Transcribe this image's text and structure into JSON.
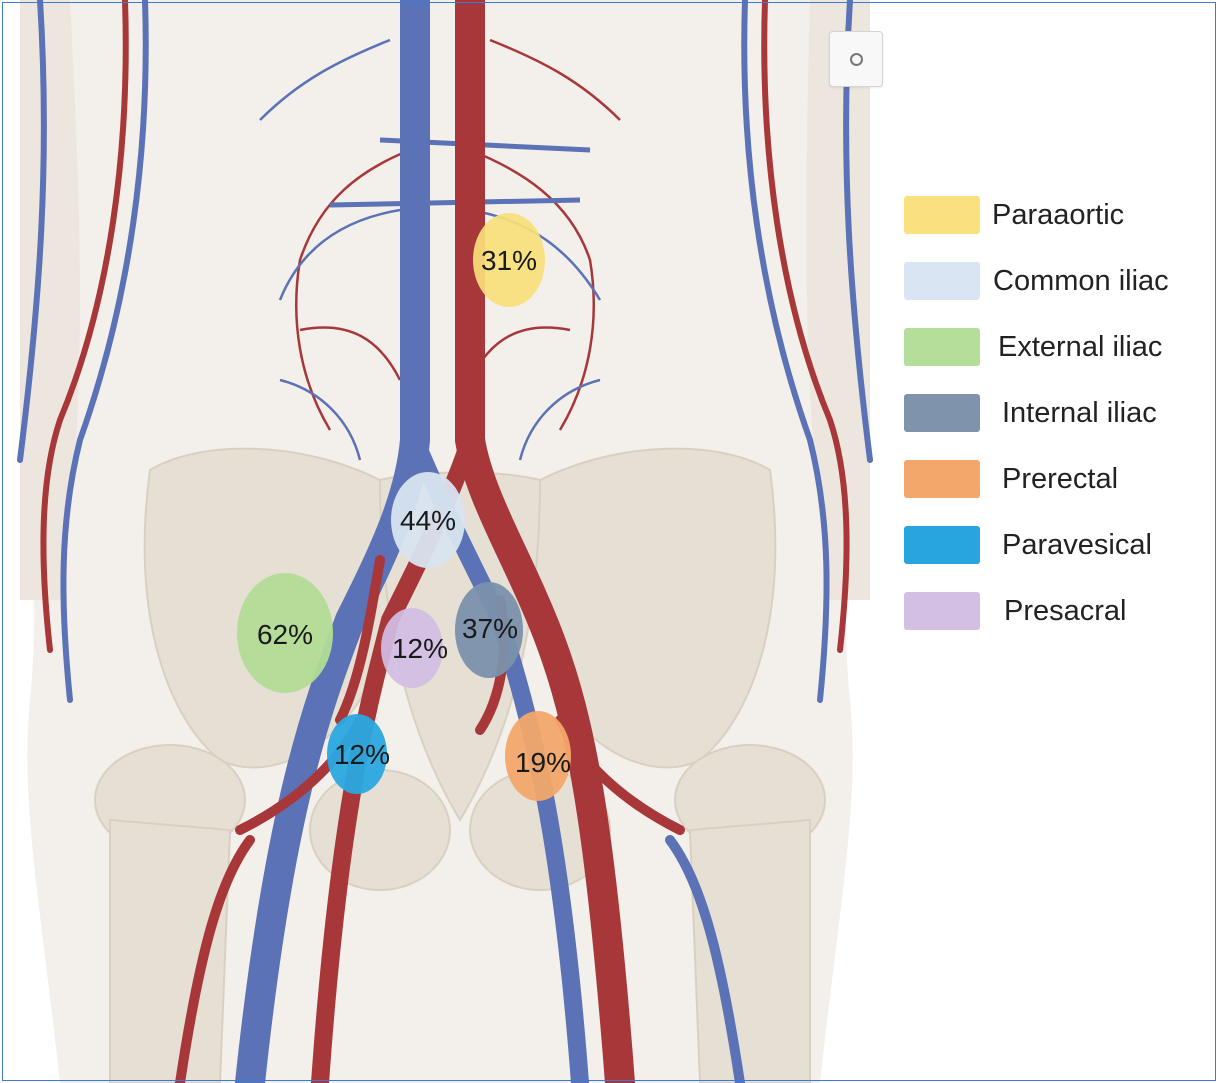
{
  "nodes": [
    {
      "id": "paraaortic",
      "label": "31%",
      "category": "Paraaortic",
      "color": "#f8df7a"
    },
    {
      "id": "common-iliac",
      "label": "44%",
      "category": "Common iliac",
      "color": "#d8e4f0"
    },
    {
      "id": "external-iliac",
      "label": "62%",
      "category": "External iliac",
      "color": "#b2dc96"
    },
    {
      "id": "presacral",
      "label": "12%",
      "category": "Presacral",
      "color": "#d3bde3"
    },
    {
      "id": "internal-iliac",
      "label": "37%",
      "category": "Internal iliac",
      "color": "#7b91ac"
    },
    {
      "id": "paravesical",
      "label": "12%",
      "category": "Paravesical",
      "color": "#2aa8e0"
    },
    {
      "id": "prerectal",
      "label": "19%",
      "category": "Prerectal",
      "color": "#f2a66a"
    }
  ],
  "legend": [
    {
      "label": "Paraaortic",
      "color": "#fbe080"
    },
    {
      "label": "Common iliac",
      "color": "#d9e5f2"
    },
    {
      "label": "External iliac",
      "color": "#b5de9a"
    },
    {
      "label": "Internal iliac",
      "color": "#7f93ad"
    },
    {
      "label": "Prerectal",
      "color": "#f3a76b"
    },
    {
      "label": "Paravesical",
      "color": "#27a6dd"
    },
    {
      "label": "Presacral",
      "color": "#d4bfe4"
    }
  ],
  "colors": {
    "artery": "#a8373a",
    "vein": "#5b72b6",
    "bone": "#e6dfd4",
    "body": "#f3efea"
  },
  "icons": {
    "view_control": "settings-dot-icon"
  }
}
